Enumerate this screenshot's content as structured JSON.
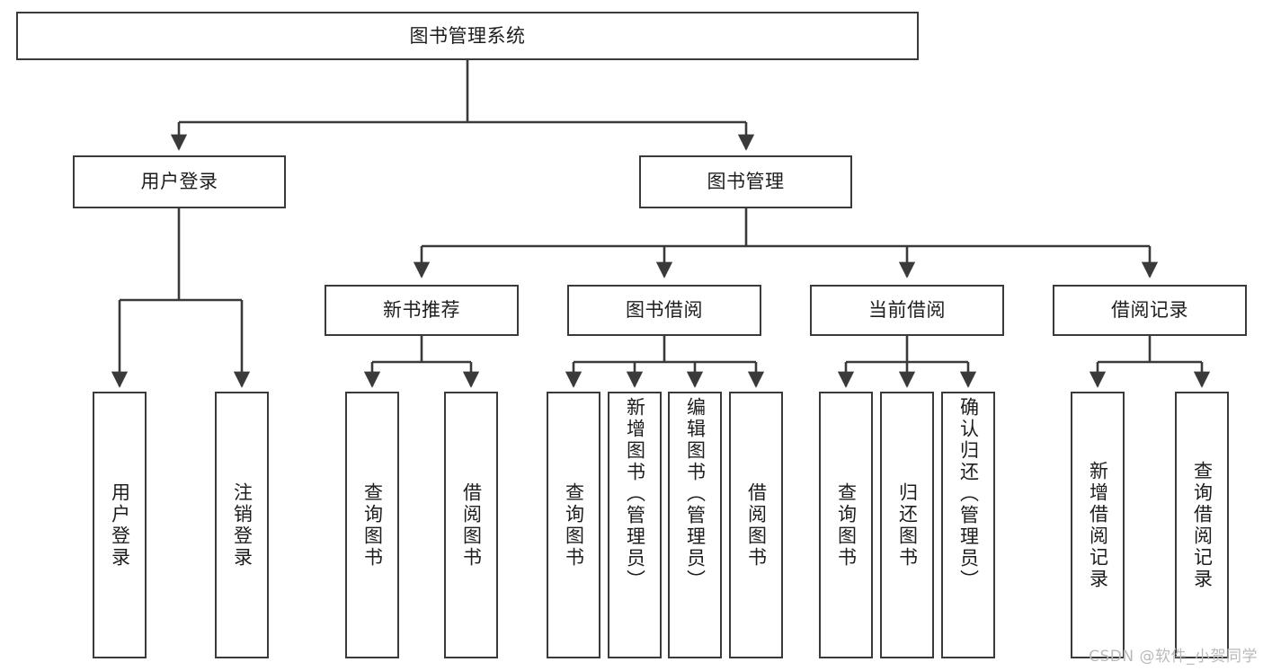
{
  "diagram": {
    "type": "tree-hierarchy",
    "title": "图书管理系统",
    "watermark": "CSDN @软件_小贺同学",
    "colors": {
      "background": "#ffffff",
      "node_border": "#3a3a3a",
      "node_fill": "#ffffff",
      "connector": "#3a3a3a",
      "text": "#1d1d1d",
      "watermark": "#b9b9b9"
    },
    "levels": [
      {
        "level": 1,
        "nodes": [
          {
            "id": "root",
            "label": "图书管理系统",
            "orientation": "horizontal"
          }
        ]
      },
      {
        "level": 2,
        "nodes": [
          {
            "id": "user-login",
            "label": "用户登录",
            "orientation": "horizontal",
            "parent": "root"
          },
          {
            "id": "book-manage",
            "label": "图书管理",
            "orientation": "horizontal",
            "parent": "root"
          }
        ]
      },
      {
        "level": 3,
        "nodes": [
          {
            "id": "new-book-rec",
            "label": "新书推荐",
            "orientation": "horizontal",
            "parent": "book-manage"
          },
          {
            "id": "book-borrow",
            "label": "图书借阅",
            "orientation": "horizontal",
            "parent": "book-manage"
          },
          {
            "id": "current-borrow",
            "label": "当前借阅",
            "orientation": "horizontal",
            "parent": "book-manage"
          },
          {
            "id": "borrow-record",
            "label": "借阅记录",
            "orientation": "horizontal",
            "parent": "book-manage"
          }
        ]
      },
      {
        "level": 4,
        "nodes": [
          {
            "id": "leaf-user-login",
            "label": "用户登录",
            "orientation": "vertical",
            "parent": "user-login"
          },
          {
            "id": "leaf-user-logout",
            "label": "注销登录",
            "orientation": "vertical",
            "parent": "user-login"
          },
          {
            "id": "leaf-query-book-1",
            "label": "查询图书",
            "orientation": "vertical",
            "parent": "new-book-rec"
          },
          {
            "id": "leaf-borrow-book-1",
            "label": "借阅图书",
            "orientation": "vertical",
            "parent": "new-book-rec"
          },
          {
            "id": "leaf-query-book-2",
            "label": "查询图书",
            "orientation": "vertical",
            "parent": "book-borrow"
          },
          {
            "id": "leaf-add-book",
            "label": "新增图书（管理员）",
            "orientation": "vertical",
            "parent": "book-borrow"
          },
          {
            "id": "leaf-edit-book",
            "label": "编辑图书（管理员）",
            "orientation": "vertical",
            "parent": "book-borrow"
          },
          {
            "id": "leaf-borrow-book-2",
            "label": "借阅图书",
            "orientation": "vertical",
            "parent": "book-borrow"
          },
          {
            "id": "leaf-query-book-3",
            "label": "查询图书",
            "orientation": "vertical",
            "parent": "current-borrow"
          },
          {
            "id": "leaf-return-book",
            "label": "归还图书",
            "orientation": "vertical",
            "parent": "current-borrow"
          },
          {
            "id": "leaf-confirm-return",
            "label": "确认归还（管理员）",
            "orientation": "vertical",
            "parent": "current-borrow"
          },
          {
            "id": "leaf-add-record",
            "label": "新增借阅记录",
            "orientation": "vertical",
            "parent": "borrow-record"
          },
          {
            "id": "leaf-query-record",
            "label": "查询借阅记录",
            "orientation": "vertical",
            "parent": "borrow-record"
          }
        ]
      }
    ]
  }
}
